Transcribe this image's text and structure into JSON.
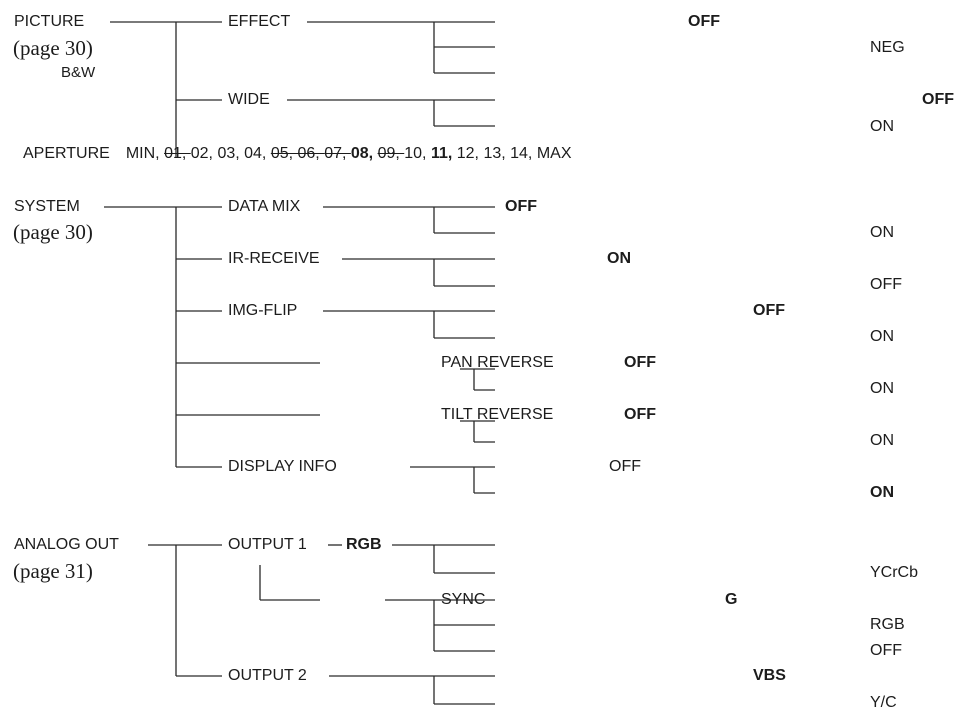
{
  "picture": {
    "title": "PICTURE",
    "page_ref": "(page 30)",
    "bw_label": "B&W",
    "effect": {
      "label": "EFFECT",
      "options": [
        "OFF",
        "NEG"
      ]
    },
    "wide": {
      "label": "WIDE",
      "options": [
        "OFF",
        "ON"
      ]
    },
    "aperture": {
      "label": "APERTURE",
      "values": [
        "MIN",
        "01",
        "02",
        "03",
        "04",
        "05",
        "06",
        "07",
        "08",
        "09",
        "10",
        "11",
        "12",
        "13",
        "14",
        "MAX"
      ],
      "struck_values": [
        "01",
        "05",
        "06",
        "07",
        "09"
      ],
      "bold_values": [
        "08",
        "11"
      ]
    }
  },
  "system": {
    "title": "SYSTEM",
    "page_ref": "(page 30)",
    "data_mix": {
      "label": "DATA MIX",
      "options": [
        "OFF",
        "ON"
      ]
    },
    "ir_receive": {
      "label": "IR-RECEIVE",
      "options": [
        "ON",
        "OFF"
      ]
    },
    "img_flip": {
      "label": "IMG-FLIP",
      "options": [
        "OFF",
        "ON"
      ]
    },
    "pan_reverse": {
      "label": "PAN REVERSE",
      "options": [
        "OFF",
        "ON"
      ]
    },
    "tilt_reverse": {
      "label": "TILT REVERSE",
      "options": [
        "OFF",
        "ON"
      ]
    },
    "display_info": {
      "label": "DISPLAY INFO",
      "options": [
        "OFF",
        "ON"
      ]
    }
  },
  "analog_out": {
    "title": "ANALOG OUT",
    "page_ref": "(page 31)",
    "output1": {
      "label": "OUTPUT 1",
      "options": [
        "RGB",
        "YCrCb"
      ]
    },
    "sync": {
      "label": "SYNC",
      "options": [
        "G",
        "RGB",
        "OFF"
      ]
    },
    "output2": {
      "label": "OUTPUT 2",
      "options": [
        "VBS",
        "Y/C"
      ]
    }
  }
}
